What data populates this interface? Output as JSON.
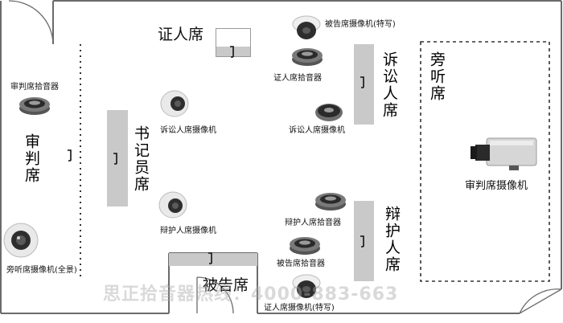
{
  "seats": {
    "judge": "审判席",
    "clerk": "书记员席",
    "witness": "证人席",
    "prosecution": "诉讼人席",
    "defense": "辩护人席",
    "defendant": "被告席",
    "gallery": "旁听席"
  },
  "devices": {
    "judge_mic": "审判席拾音器",
    "gallery_cam_panorama": "旁听席摄像机(全景)",
    "clerk_area_prosecution_cam": "诉讼人席摄像机",
    "defense_cam": "辩护人席摄像机",
    "defendant_cam_closeup": "被告席摄像机(特写)",
    "witness_mic": "证人席拾音器",
    "prosecution_cam": "诉讼人席摄像机",
    "defense_mic": "辩护人席拾音器",
    "defendant_mic": "被告席拾音器",
    "witness_cam_closeup": "证人席摄像机(特写)",
    "judge_cam": "审判席摄像机"
  },
  "watermark": "思正拾音器热线：4000-883-663",
  "colors": {
    "wall": "#6b6b6b",
    "bench": "#c9c9c9",
    "text": "#111111"
  }
}
